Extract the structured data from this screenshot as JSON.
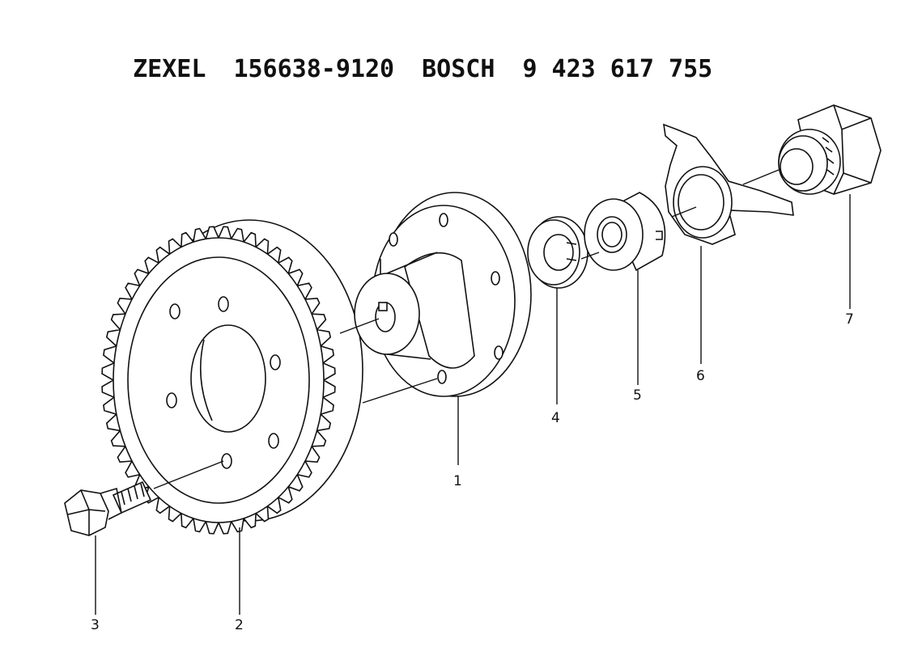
{
  "header": {
    "brand1": "ZEXEL",
    "part1": "156638-9120",
    "brand2": "BOSCH",
    "part2": "9 423 617 755"
  },
  "callouts": [
    "1",
    "2",
    "3",
    "4",
    "5",
    "6",
    "7"
  ]
}
